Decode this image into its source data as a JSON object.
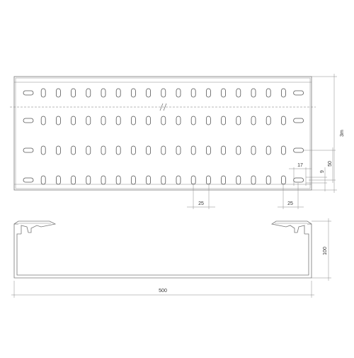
{
  "drawing": {
    "labels": {
      "length": "3m",
      "slot_length": "17",
      "slot_width": "9",
      "row_pitch": "50",
      "pitch_left": "25",
      "pitch_right": "25",
      "height": "100",
      "width": "500"
    },
    "slot_rows": 4,
    "slot_columns": 19,
    "line_color": "#777777"
  }
}
